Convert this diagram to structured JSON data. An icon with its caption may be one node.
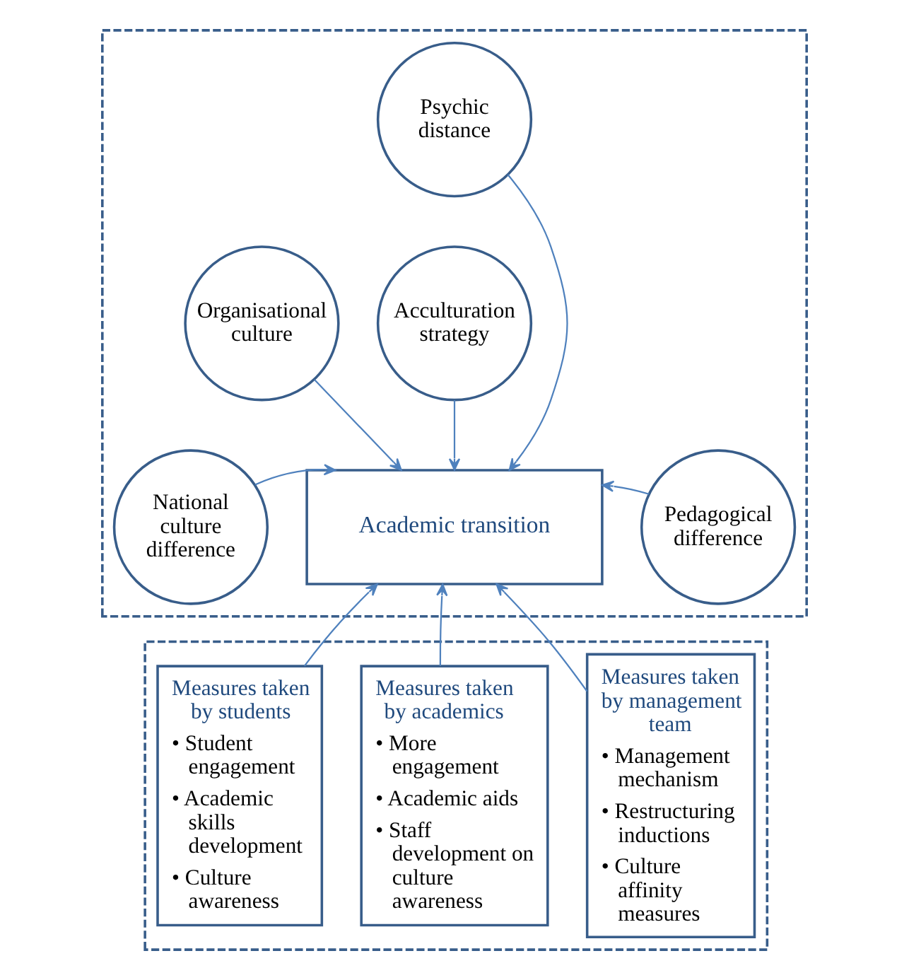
{
  "diagram": {
    "nodes": [
      {
        "text": [],
        "shape": "box"
      },
      {
        "text": [
          "Psychic distance"
        ],
        "in": 0
      },
      {
        "text": [
          "Organisational culture"
        ],
        "in": 0
      },
      {
        "text": [
          "Acculturation strategy"
        ],
        "in": 0
      },
      {
        "text": [
          "National culture difference"
        ],
        "in": 0
      },
      {
        "text": [
          "Academic transition"
        ],
        "in": 0
      },
      {
        "text": [
          "Pedagogical difference"
        ],
        "in": 0
      },
      {
        "text": [],
        "shape": "box"
      },
      {
        "text": [
          "Measures taken by students",
          "• Student engagement",
          "• Academic skills development",
          "• Culture awareness"
        ],
        "in": 7
      },
      {
        "text": [
          "Measures taken by academics",
          "• More engagement",
          "• Academic aids",
          "• Staff development on culture awareness"
        ],
        "in": 7
      },
      {
        "text": [
          "Measures taken by management team",
          "• Management mechanism",
          "• Restructuring inductions",
          "• Culture affinity measures"
        ],
        "in": 7
      }
    ],
    "edges": [
      {
        "from": 1,
        "to": 5,
        "arrow": "to"
      },
      {
        "from": 2,
        "to": 5,
        "arrow": "to"
      },
      {
        "from": 3,
        "to": 5,
        "arrow": "to"
      },
      {
        "from": 4,
        "to": 5,
        "arrow": "to"
      },
      {
        "from": 6,
        "to": 5,
        "arrow": "to"
      },
      {
        "from": 8,
        "to": 5,
        "arrow": "to"
      },
      {
        "from": 9,
        "to": 5,
        "arrow": "to"
      },
      {
        "from": 10,
        "to": 5,
        "arrow": "to"
      }
    ]
  }
}
